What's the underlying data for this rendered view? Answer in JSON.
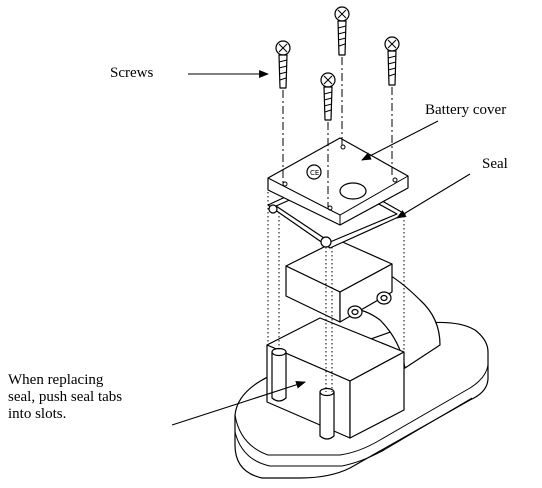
{
  "labels": {
    "screws": "Screws",
    "battery_cover": "Battery cover",
    "seal": "Seal",
    "replace_note_line1": "When replacing",
    "replace_note_line2": "seal, push seal tabs",
    "replace_note_line3": "into slots."
  },
  "icons": {
    "arrowhead": "arrowhead-icon",
    "screw": "screw-icon"
  },
  "colors": {
    "ink": "#000000",
    "paper": "#ffffff"
  }
}
